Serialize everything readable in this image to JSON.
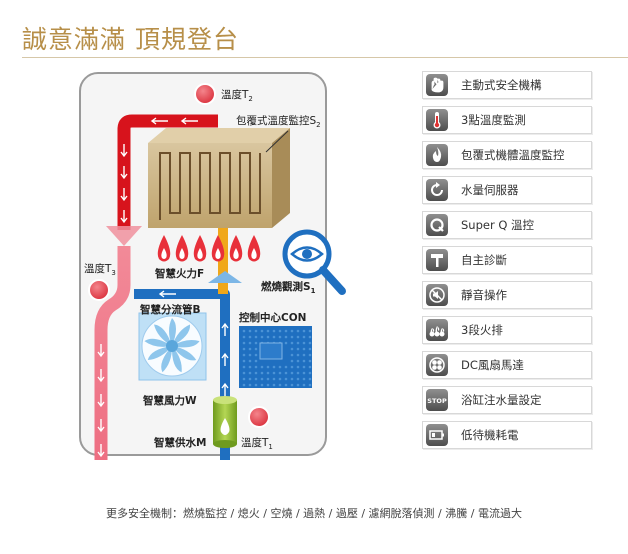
{
  "page": {
    "title": "誠意滿滿 頂規登台"
  },
  "diagram": {
    "labels": {
      "temp_t2": "溫度T",
      "temp_t2_sub": "2",
      "wrap_sensor": "包覆式溫度監控S",
      "wrap_sensor_sub": "2",
      "temp_t3": "溫度T",
      "temp_t3_sub": "3",
      "smart_fire": "智慧火力F",
      "burn_observe": "燃燒觀測S",
      "burn_observe_sub": "1",
      "smart_bypass": "智慧分流管B",
      "control_center": "控制中心CON",
      "smart_wind": "智慧風力W",
      "smart_supply": "智慧供水M",
      "temp_t1": "溫度T",
      "temp_t1_sub": "1"
    },
    "colors": {
      "hot": "#d7131c",
      "cold": "#1f6fc0",
      "warm": "#f0667e",
      "amber": "#f0a71a",
      "sensor": "#e8404a",
      "box": "#c6ad7c"
    }
  },
  "features": [
    {
      "icon": "hand-shield-icon",
      "label": "主動式安全機構"
    },
    {
      "icon": "thermometer-icon",
      "label": "3點溫度監測"
    },
    {
      "icon": "flame-shield-icon",
      "label": "包覆式機體溫度監控"
    },
    {
      "icon": "rotate-icon",
      "label": "水量伺服器"
    },
    {
      "icon": "q-icon",
      "label": "Super Q 溫控"
    },
    {
      "icon": "hammer-icon",
      "label": "自主診斷"
    },
    {
      "icon": "mute-icon",
      "label": "靜音操作"
    },
    {
      "icon": "three-flames-icon",
      "label": "3段火排"
    },
    {
      "icon": "fan-icon",
      "label": "DC風扇馬達"
    },
    {
      "icon": "stop-icon",
      "label": "浴缸注水量設定"
    },
    {
      "icon": "battery-icon",
      "label": "低待機耗電"
    }
  ],
  "footer": {
    "text": "更多安全機制：燃燒監控 / 熄火 / 空燒 / 過熱 / 過壓 / 濾網脫落偵測 / 沸騰 / 電流過大"
  }
}
